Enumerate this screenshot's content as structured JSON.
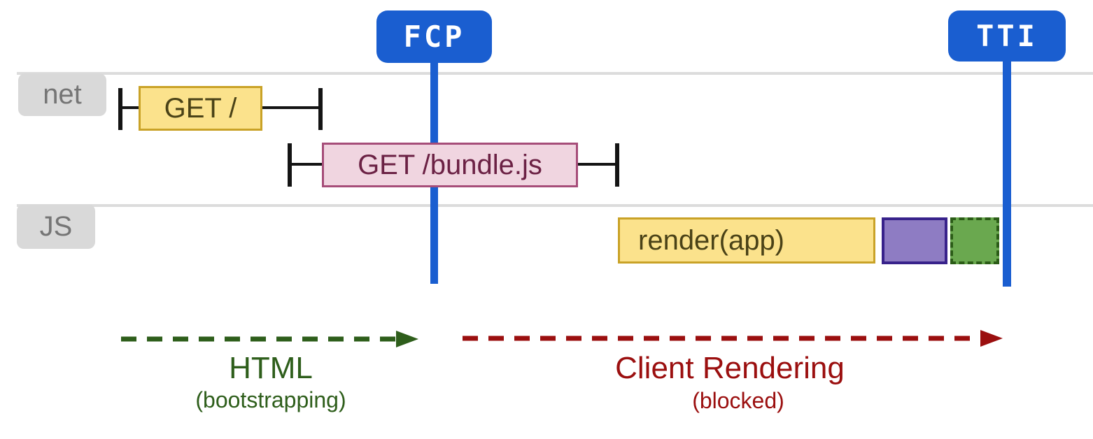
{
  "markers": {
    "fcp": {
      "label": "FCP"
    },
    "tti": {
      "label": "TTI"
    }
  },
  "lanes": {
    "net": {
      "label": "net"
    },
    "js": {
      "label": "JS"
    }
  },
  "tasks": {
    "get_root": {
      "label": "GET /",
      "lane": "net"
    },
    "get_bundle": {
      "label": "GET /bundle.js",
      "lane": "net"
    },
    "render_app": {
      "label": "render(app)",
      "lane": "js"
    }
  },
  "phases": {
    "html": {
      "title": "HTML",
      "subtitle": "(bootstrapping)"
    },
    "client": {
      "title": "Client Rendering",
      "subtitle": "(blocked)"
    }
  },
  "colors": {
    "marker_blue": "#1a5ed0",
    "lane_line_gray": "#dcdcdc",
    "lane_tag_gray": "#d9d9d9",
    "lane_tag_text": "#757575",
    "bracket_black": "#141414",
    "task_yellow_fill": "#fbe28c",
    "task_yellow_border": "#c9a227",
    "task_yellow_text": "#4a4217",
    "task_pink_fill": "#f0d5e0",
    "task_pink_border": "#a64d79",
    "task_pink_text": "#6b2144",
    "task_purple_fill": "#8e7cc3",
    "task_purple_border": "#38228b",
    "task_green_fill": "#6aa84f",
    "task_green_border": "#2b5c17",
    "phase_html_green": "#2e5e1b",
    "phase_client_red": "#9b0f0f"
  }
}
